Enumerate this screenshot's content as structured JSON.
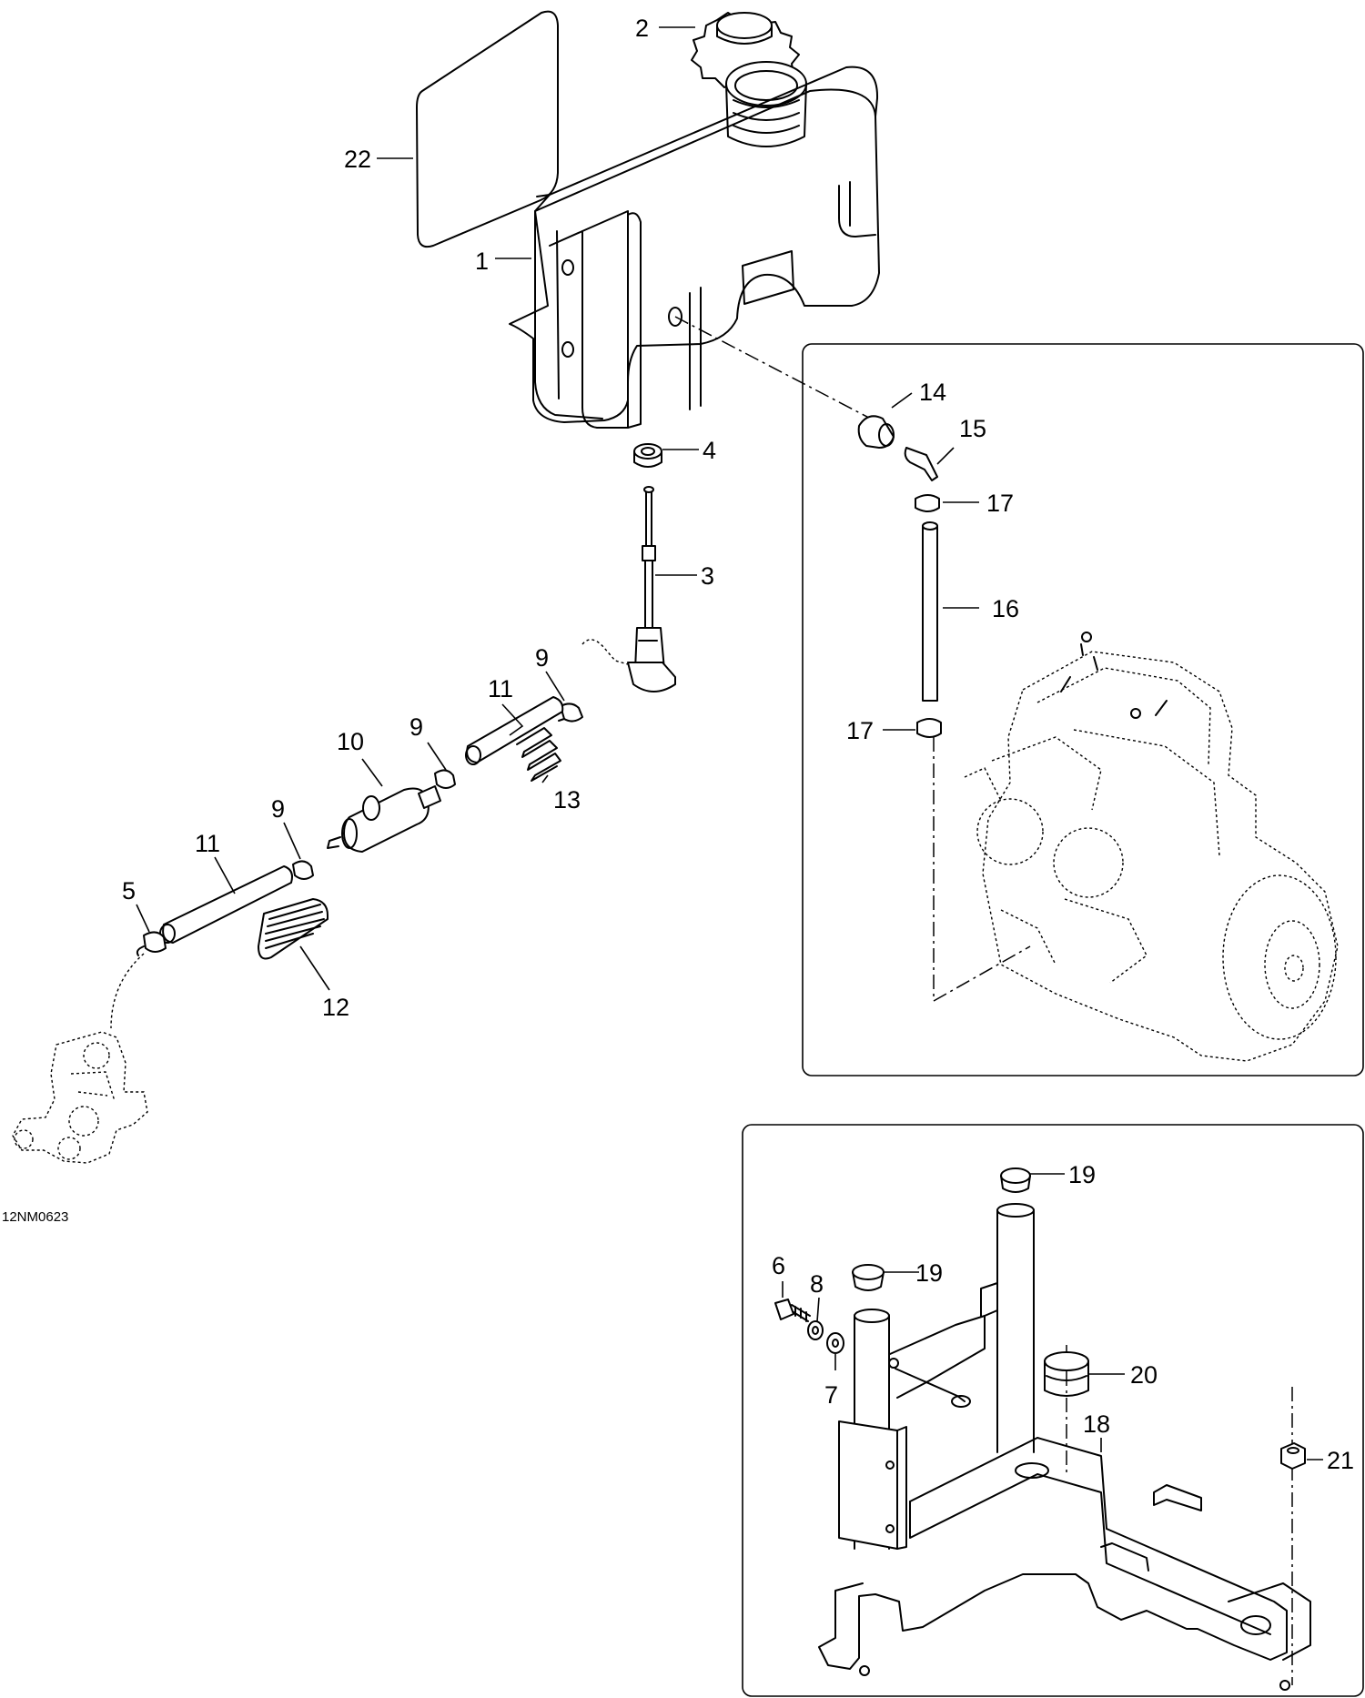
{
  "drawing_code": "12NM0623",
  "callouts": [
    {
      "id": "c22",
      "text": "22"
    },
    {
      "id": "c2",
      "text": "2"
    },
    {
      "id": "c1",
      "text": "1"
    },
    {
      "id": "c4",
      "text": "4"
    },
    {
      "id": "c3",
      "text": "3"
    },
    {
      "id": "c9a",
      "text": "9"
    },
    {
      "id": "c11a",
      "text": "11"
    },
    {
      "id": "c10",
      "text": "10"
    },
    {
      "id": "c9b",
      "text": "9"
    },
    {
      "id": "c13",
      "text": "13"
    },
    {
      "id": "c9c",
      "text": "9"
    },
    {
      "id": "c11b",
      "text": "11"
    },
    {
      "id": "c5",
      "text": "5"
    },
    {
      "id": "c12",
      "text": "12"
    },
    {
      "id": "c14",
      "text": "14"
    },
    {
      "id": "c15",
      "text": "15"
    },
    {
      "id": "c17a",
      "text": "17"
    },
    {
      "id": "c16",
      "text": "16"
    },
    {
      "id": "c17b",
      "text": "17"
    },
    {
      "id": "c19a",
      "text": "19"
    },
    {
      "id": "c19b",
      "text": "19"
    },
    {
      "id": "c6",
      "text": "6"
    },
    {
      "id": "c8",
      "text": "8"
    },
    {
      "id": "c7",
      "text": "7"
    },
    {
      "id": "c20",
      "text": "20"
    },
    {
      "id": "c18",
      "text": "18"
    },
    {
      "id": "c21",
      "text": "21"
    }
  ]
}
